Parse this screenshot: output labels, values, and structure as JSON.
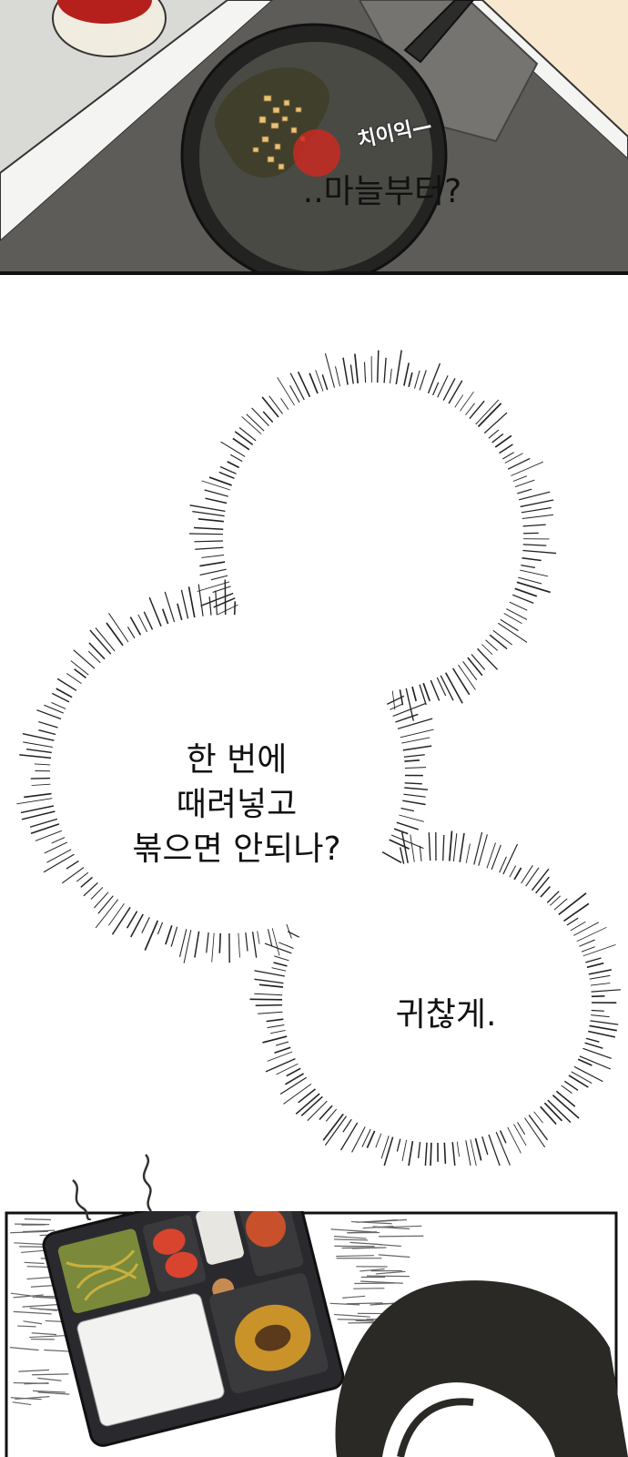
{
  "panel_top": {
    "sfx": "치이익—"
  },
  "thoughts": [
    {
      "lines": [
        "..마늘부터?"
      ]
    },
    {
      "lines": [
        "한 번에",
        "때려넣고",
        "볶으면 안되나?"
      ]
    },
    {
      "lines": [
        "귀찮게."
      ]
    }
  ],
  "colors": {
    "pan": "#2c2c2a",
    "oil": "#4a4a32",
    "garlic": "#e9c27a",
    "sauce": "#c82a22",
    "counter": "#5e5c58",
    "tray": "#2a2a2e",
    "hair": "#2b2926"
  }
}
